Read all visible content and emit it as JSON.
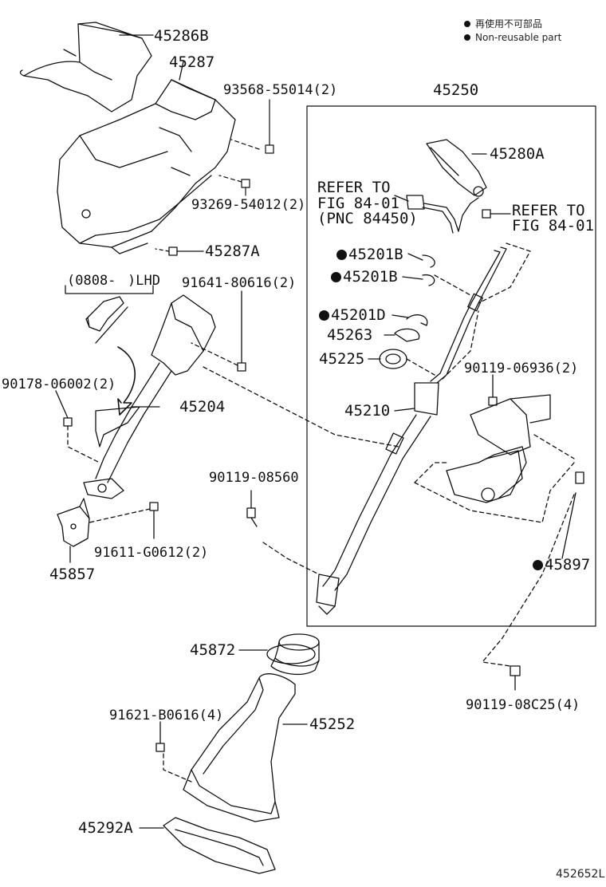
{
  "legend": {
    "items": [
      "再使用不可部品",
      "Non-reusable part"
    ]
  },
  "diagram_code": "452652L",
  "group_box_label": "45250",
  "variant_note": {
    "range": "(0808-",
    "side": ")LHD"
  },
  "refer_notes": {
    "left": [
      "REFER TO",
      "FIG 84-01",
      "(PNC 84450)"
    ],
    "right": [
      "REFER TO",
      "FIG 84-01"
    ]
  },
  "parts": {
    "p45286B": "45286B",
    "p45287": "45287",
    "p93568": "93568-55014(2)",
    "p93269": "93269-54012(2)",
    "p45287A": "45287A",
    "p91641": "91641-80616(2)",
    "p90178": "90178-06002(2)",
    "p45204": "45204",
    "p90119_08560": "90119-08560",
    "p91611": "91611-G0612(2)",
    "p45857": "45857",
    "p45280A": "45280A",
    "p45201B_1": "45201B",
    "p45201B_2": "45201B",
    "p45201D": "45201D",
    "p45263": "45263",
    "p45225": "45225",
    "p90119_06936": "90119-06936(2)",
    "p45210": "45210",
    "p45897": "45897",
    "p45872": "45872",
    "p90119_08C25": "90119-08C25(4)",
    "p91621": "91621-B0616(4)",
    "p45252": "45252",
    "p45292A": "45292A"
  }
}
